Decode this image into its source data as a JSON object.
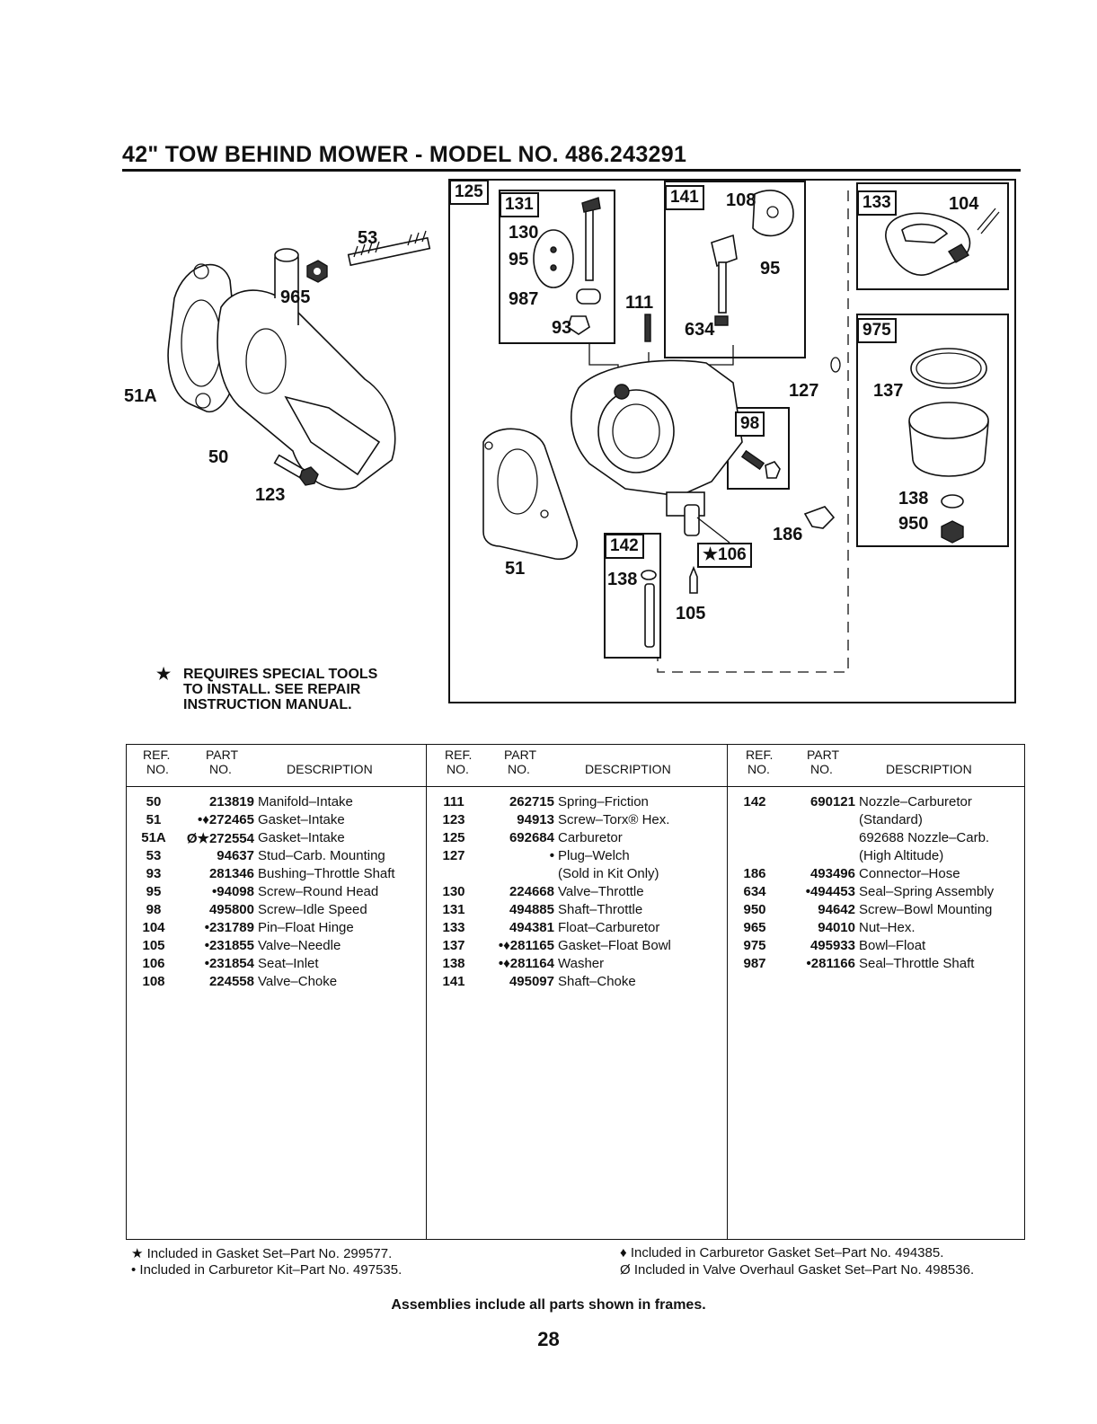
{
  "header": {
    "title": "42\" TOW BEHIND MOWER - MODEL NO. 486.243291"
  },
  "diagram": {
    "callouts": {
      "c53": "53",
      "c965": "965",
      "c51A": "51A",
      "c50": "50",
      "c123": "123",
      "c51": "51",
      "c130": "130",
      "c95a": "95",
      "c987": "987",
      "c93": "93",
      "c111": "111",
      "c108": "108",
      "c95b": "95",
      "c634": "634",
      "c127": "127",
      "c186": "186",
      "c105": "105",
      "c138a": "138",
      "c104": "104",
      "c137": "137",
      "c138b": "138",
      "c950": "950"
    },
    "frames": {
      "f125": "125",
      "f131": "131",
      "f141": "141",
      "f98": "98",
      "f142": "142",
      "f106": "★106",
      "f133": "133",
      "f975": "975"
    },
    "note": {
      "star": "★",
      "line1": "REQUIRES SPECIAL TOOLS",
      "line2": "TO INSTALL. SEE REPAIR",
      "line3": "INSTRUCTION MANUAL."
    }
  },
  "table": {
    "headers": {
      "ref1": "REF.",
      "ref2": "NO.",
      "part1": "PART",
      "part2": "NO.",
      "desc": "DESCRIPTION"
    },
    "columns": [
      {
        "rows": [
          {
            "ref": "50",
            "part": "213819",
            "desc": "Manifold–Intake"
          },
          {
            "ref": "51",
            "part": "•♦272465",
            "desc": "Gasket–Intake"
          },
          {
            "ref": "51A",
            "part": "Ø★272554",
            "desc": "Gasket–Intake"
          },
          {
            "ref": "53",
            "part": "94637",
            "desc": "Stud–Carb. Mounting"
          },
          {
            "ref": "93",
            "part": "281346",
            "desc": "Bushing–Throttle Shaft"
          },
          {
            "ref": "95",
            "part": "•94098",
            "desc": "Screw–Round Head"
          },
          {
            "ref": "98",
            "part": "495800",
            "desc": "Screw–Idle Speed"
          },
          {
            "ref": "104",
            "part": "•231789",
            "desc": "Pin–Float Hinge"
          },
          {
            "ref": "105",
            "part": "•231855",
            "desc": "Valve–Needle"
          },
          {
            "ref": "106",
            "part": "•231854",
            "desc": "Seat–Inlet"
          },
          {
            "ref": "108",
            "part": "224558",
            "desc": "Valve–Choke"
          }
        ]
      },
      {
        "rows": [
          {
            "ref": "111",
            "part": "262715",
            "desc": "Spring–Friction"
          },
          {
            "ref": "123",
            "part": "94913",
            "desc": "Screw–Torx® Hex."
          },
          {
            "ref": "125",
            "part": "692684",
            "desc": "Carburetor"
          },
          {
            "ref": "127",
            "part": "•",
            "desc": "Plug–Welch"
          },
          {
            "ref": "",
            "part": "",
            "desc": "(Sold in Kit Only)"
          },
          {
            "ref": "130",
            "part": "224668",
            "desc": "Valve–Throttle"
          },
          {
            "ref": "131",
            "part": "494885",
            "desc": "Shaft–Throttle"
          },
          {
            "ref": "133",
            "part": "494381",
            "desc": "Float–Carburetor"
          },
          {
            "ref": "137",
            "part": "•♦281165",
            "desc": "Gasket–Float Bowl"
          },
          {
            "ref": "138",
            "part": "•♦281164",
            "desc": "Washer"
          },
          {
            "ref": "141",
            "part": "495097",
            "desc": "Shaft–Choke"
          }
        ]
      },
      {
        "rows": [
          {
            "ref": "142",
            "part": "690121",
            "desc": "Nozzle–Carburetor"
          },
          {
            "ref": "",
            "part": "",
            "desc": "(Standard)"
          },
          {
            "ref": "",
            "part": "",
            "desc": "692688 Nozzle–Carb."
          },
          {
            "ref": "",
            "part": "",
            "desc": "(High Altitude)"
          },
          {
            "ref": "186",
            "part": "493496",
            "desc": "Connector–Hose"
          },
          {
            "ref": "634",
            "part": "•494453",
            "desc": "Seal–Spring Assembly"
          },
          {
            "ref": "950",
            "part": "94642",
            "desc": "Screw–Bowl Mounting"
          },
          {
            "ref": "965",
            "part": "94010",
            "desc": "Nut–Hex."
          },
          {
            "ref": "975",
            "part": "495933",
            "desc": "Bowl–Float"
          },
          {
            "ref": "987",
            "part": "•281166",
            "desc": "Seal–Throttle Shaft"
          }
        ]
      }
    ]
  },
  "footnotes": {
    "f1": "★  Included in Gasket Set–Part No. 299577.",
    "f2": "•  Included in Carburetor Kit–Part No. 497535.",
    "f3": "♦  Included in Carburetor Gasket Set–Part No. 494385.",
    "f4": "Ø  Included in Valve Overhaul Gasket Set–Part No. 498536."
  },
  "assemblies_note": "Assemblies include all parts shown in frames.",
  "page_number": "28"
}
